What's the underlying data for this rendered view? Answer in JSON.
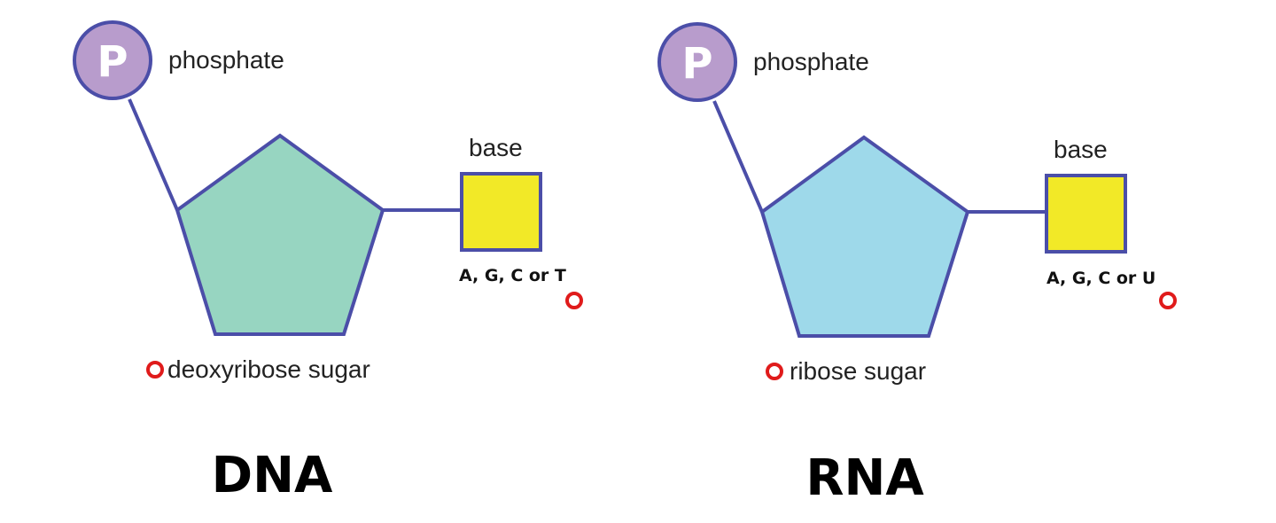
{
  "colors": {
    "outline": "#4b4ea8",
    "phosphate_fill": "#b89ccc",
    "dna_sugar_fill": "#97d5c1",
    "rna_sugar_fill": "#9ed9ea",
    "base_fill": "#f2e927",
    "marker": "#e01b1b"
  },
  "dna": {
    "phosphate_letter": "P",
    "phosphate_label": "phosphate",
    "base_label": "base",
    "bases_text": "A, G, C or T",
    "sugar_label": "deoxyribose sugar",
    "title": "DNA"
  },
  "rna": {
    "phosphate_letter": "P",
    "phosphate_label": "phosphate",
    "base_label": "base",
    "bases_text": "A, G, C or U",
    "sugar_label": "ribose sugar",
    "title": "RNA"
  }
}
